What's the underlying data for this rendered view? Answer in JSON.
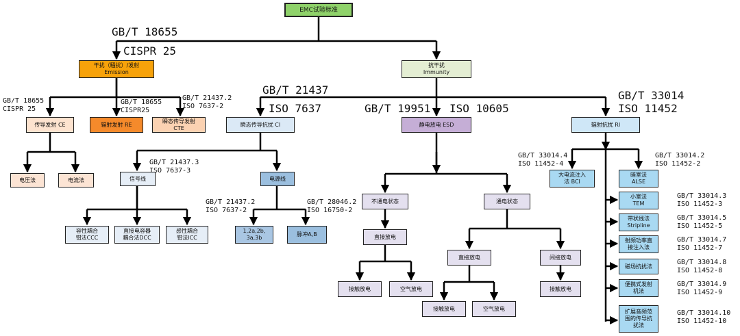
{
  "colors": {
    "root": "#8fd26a",
    "emission": "#f7a20a",
    "emission_ce": "#fde3cf",
    "emission_re": "#f58a2b",
    "emission_cte": "#fbd2b2",
    "immunity": "#e4eed3",
    "transient_ci": "#dbe9f6",
    "esd": "#c5aed6",
    "radiated_ri": "#cfe7f7",
    "light_blue": "#a9d9f2",
    "mid_blue": "#9bbfdf",
    "peach": "#fce4d4",
    "lavender": "#e4e0ef",
    "pale_blue": "#e6eef7",
    "line": "#000000"
  },
  "nodes": {
    "root": "EMC试验标准",
    "emission": "干扰（騷扰）/发射\nEmission",
    "immunity": "抗干扰\nImmunity",
    "ce": "传导发射 CE",
    "re": "辐射发射 RE",
    "cte": "瞬态传导发射\nCTE",
    "ci": "瞬态传导抗扰 CI",
    "esd": "静电放电 ESD",
    "ri": "辐射抗扰 RI",
    "voltage_method": "电压法",
    "current_method": "电流法",
    "signal_line": "信号线",
    "power_line": "电源线",
    "ccc": "容性耦合\n钳法CCC",
    "dcc": "直接电容器\n耦合法DCC",
    "icc": "感性耦合\n钳法ICC",
    "pulses_1": "1,2a,2b,\n3a,3b",
    "pulses_ab": "脉冲A,B",
    "unpowered": "不通电状态",
    "powered": "通电状态",
    "direct_1": "直接放电",
    "direct_2": "直接放电",
    "indirect": "间接放电",
    "contact_1": "接触放电",
    "air_1": "空气放电",
    "contact_2": "接触放电",
    "air_2": "空气放电",
    "contact_3": "接触放电",
    "bci": "大电流注入\n法 BCI",
    "alse": "暗室法\nALSE",
    "tem": "小室法\nTEM",
    "stripline": "带状线法\nStripline",
    "rf_direct": "射频功率直\n接注入法",
    "magnetic": "磁场抗扰法",
    "portable": "便携式发射\n机法",
    "extended": "扩展音频范\n围的传导抗\n扰法"
  },
  "labels": {
    "gbt18655_top": "GB/T 18655",
    "cispr25_top": "CISPR 25",
    "gbt21437_top": "GB/T 21437",
    "iso7637_top": "ISO 7637",
    "gbt19951": "GB/T 19951",
    "iso10605": "ISO 10605",
    "gbt33014_top": "GB/T 33014",
    "iso11452_top": "ISO 11452",
    "ce_std": "GB/T 18655\nCISPR 25",
    "re_std": "GB/T 18655\nCISPR25",
    "cte_std": "GB/T 21437.2\nISO 7637-2",
    "signal_std": "GB/T 21437.3\nISO 7637-3",
    "pulse1_std": "GB/T 21437.2\nISO 7637-2",
    "pulseab_std": "GB/T 28046.2\nISO 16750-2",
    "bci_std": "GB/T 33014.4\nISO 11452-4",
    "alse_std": "GB/T 33014.2\nISO 11452-2",
    "tem_std": "GB/T 33014.3\nISO 11452-3",
    "stripline_std": "GB/T 33014.5\nISO 11452-5",
    "rf_std": "GB/T 33014.7\nISO 11452-7",
    "magnetic_std": "GB/T 33014.8\nISO 11452-8",
    "portable_std": "GB/T 33014.9\nISO 11452-9",
    "extended_std": "GB/T 33014.10\nISO 11452-10"
  }
}
